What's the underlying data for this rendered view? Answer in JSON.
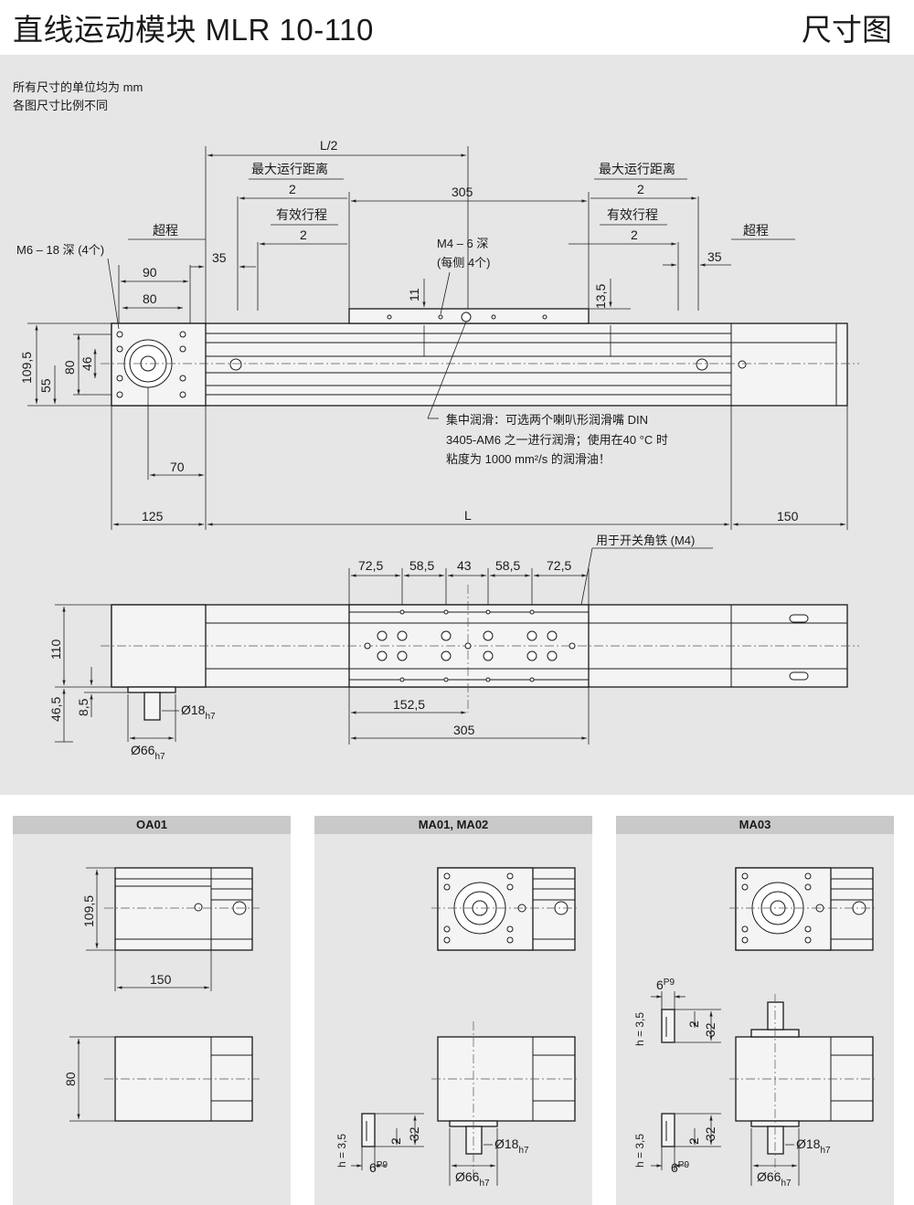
{
  "header": {
    "title": "直线运动模块 MLR 10-110",
    "title_right": "尺寸图"
  },
  "notes": {
    "line1": "所有尺寸的单位均为 mm",
    "line2": "各图尺寸比例不同"
  },
  "top_view": {
    "half_length": "L/2",
    "max_travel": "最大运行距离",
    "two": "2",
    "center_305": "305",
    "effective": "有效行程",
    "overtravel": "超程",
    "d35": "35",
    "m6": "M6 – 18 深 (4个)",
    "m4_a": "M4 – 6 深",
    "m4_b": "(每侧 4个)",
    "d11": "11",
    "d13_5": "13,5",
    "d90": "90",
    "d80": "80",
    "d109_5": "109,5",
    "d55": "55",
    "d80v": "80",
    "d46": "46",
    "d70": "70",
    "d125": "125",
    "L": "L",
    "d150": "150",
    "lube1": "集中润滑：可选两个喇叭形润滑嘴 DIN",
    "lube2": "3405-AM6 之一进行润滑；使用在40 °C 时",
    "lube3": "粘度为 1000 mm²/s 的润滑油！"
  },
  "front_view": {
    "switch": "用于开关角铁 (M4)",
    "d72_5a": "72,5",
    "d58_5a": "58,5",
    "d43": "43",
    "d58_5b": "58,5",
    "d72_5b": "72,5",
    "d110": "110",
    "d46_5": "46,5",
    "d8_5": "8,5",
    "d18": "Ø18",
    "h7": "h7",
    "d66": "Ø66",
    "d152_5": "152,5",
    "d305": "305"
  },
  "panels": [
    {
      "title": "OA01",
      "d109_5": "109,5",
      "d150": "150",
      "d80": "80"
    },
    {
      "title": "MA01, MA02",
      "h": "h = 3,5",
      "w6": "6",
      "p9": "P9",
      "d2": "2",
      "d32": "32",
      "d18": "Ø18",
      "h7": "h7",
      "d66": "Ø66"
    },
    {
      "title": "MA03",
      "h": "h = 3,5",
      "w6": "6",
      "p9": "P9",
      "d2": "2",
      "d32": "32",
      "d18": "Ø18",
      "h7": "h7",
      "d66": "Ø66"
    }
  ]
}
